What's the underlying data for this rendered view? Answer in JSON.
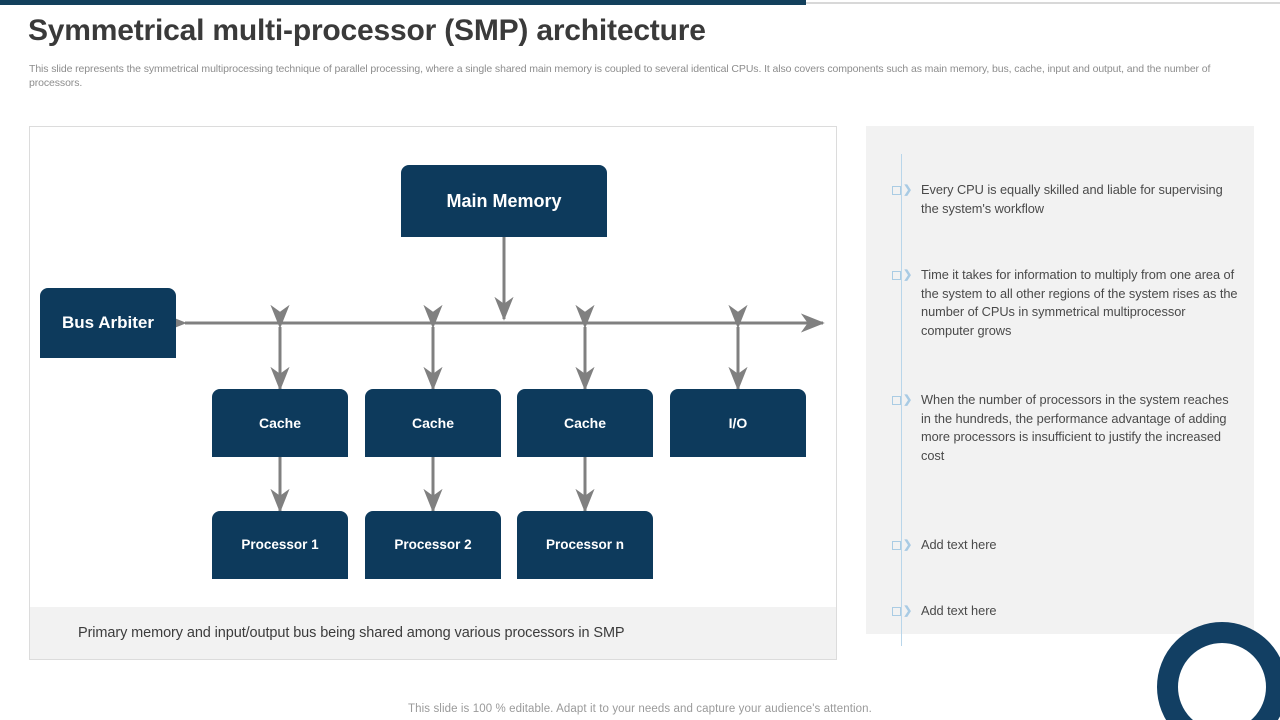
{
  "slide": {
    "title": "Symmetrical multi-processor (SMP) architecture",
    "subtitle": "This slide represents the symmetrical multiprocessing technique of parallel processing, where a single shared main memory is coupled to several identical CPUs. It also covers components such as main memory, bus, cache, input and output, and the number of processors.",
    "footer": "This slide is 100 % editable. Adapt it to your needs and capture your audience's attention."
  },
  "colors": {
    "node_navy": "#0d3a5c",
    "accent_bar": "#13405c",
    "panel_gray": "#f2f2f2",
    "arrow_gray": "#808080",
    "rail_blue": "#b9d6ea",
    "title_gray": "#3a3a3a",
    "ring_navy": "#123f63"
  },
  "diagram": {
    "caption": "Primary memory and input/output bus being shared among various processors in SMP",
    "nodes": {
      "main_memory": "Main Memory",
      "bus_arbiter": "Bus Arbiter",
      "cache_1": "Cache",
      "cache_2": "Cache",
      "cache_3": "Cache",
      "io": "I/O",
      "processor_1": "Processor 1",
      "processor_2": "Processor 2",
      "processor_n": "Processor n"
    }
  },
  "bullets": {
    "items": [
      {
        "text": "Every CPU is equally skilled and liable for supervising the system's workflow"
      },
      {
        "text": "Time it takes for information to multiply from one area of the system to all other regions of the system rises as the number of CPUs in symmetrical multiprocessor computer grows"
      },
      {
        "text": "When the number of processors in the system reaches in the hundreds, the performance advantage of adding more processors is insufficient to justify the increased cost"
      },
      {
        "text": "Add text here"
      },
      {
        "text": "Add text here"
      }
    ]
  }
}
